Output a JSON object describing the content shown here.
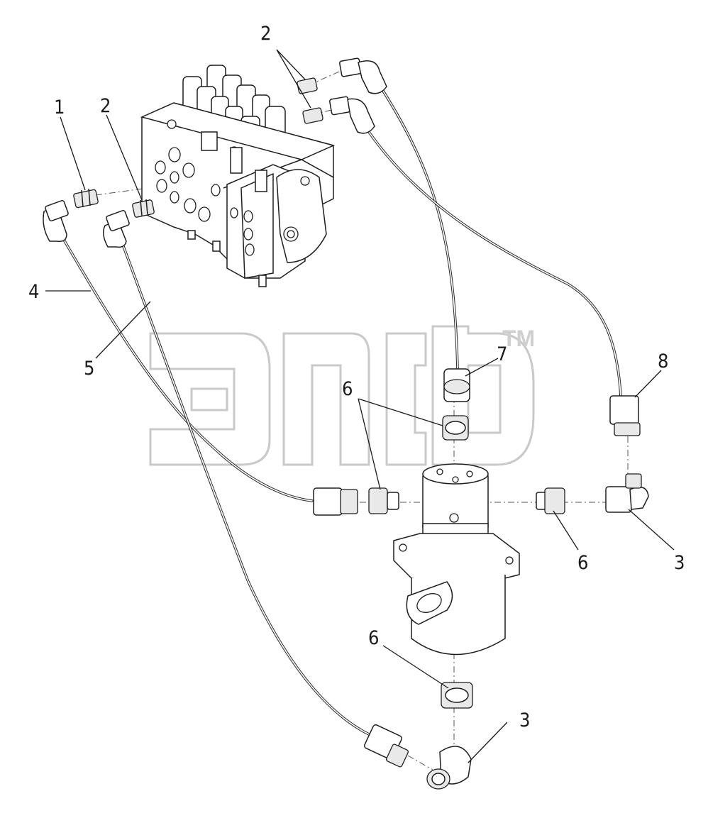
{
  "callouts": {
    "c1": "1",
    "c2a": "2",
    "c2b": "2",
    "c3a": "3",
    "c3b": "3",
    "c4": "4",
    "c5": "5",
    "c6a": "6",
    "c6b": "6",
    "c6c": "6",
    "c7": "7",
    "c8": "8"
  },
  "watermark": {
    "trademark": "TM"
  },
  "colors": {
    "line": "#1e1e1e",
    "watermark": "#c9c9c9"
  }
}
